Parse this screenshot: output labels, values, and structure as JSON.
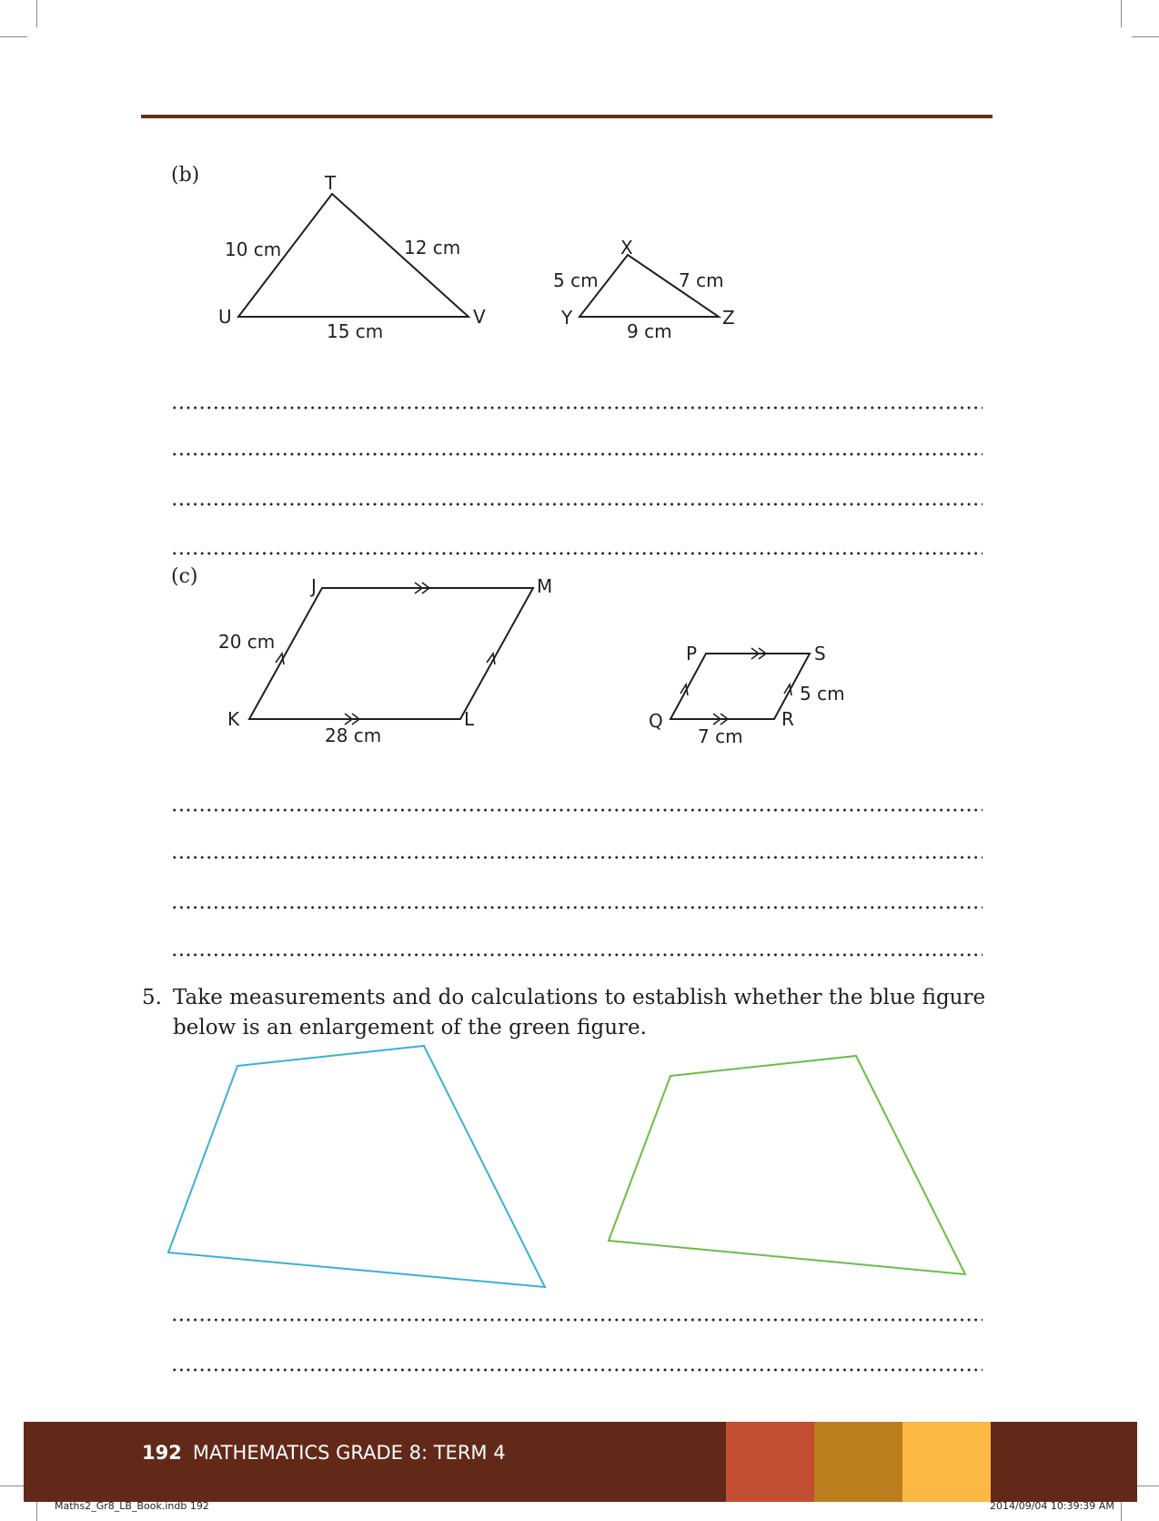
{
  "part_b": {
    "label": "(b)",
    "triangle_tuv": {
      "vertex_t": "T",
      "vertex_u": "U",
      "vertex_v": "V",
      "side_tu": "10 cm",
      "side_tv": "12 cm",
      "side_uv": "15 cm"
    },
    "triangle_xyz": {
      "vertex_x": "X",
      "vertex_y": "Y",
      "vertex_z": "Z",
      "side_xy": "5 cm",
      "side_xz": "7 cm",
      "side_yz": "9 cm"
    }
  },
  "part_c": {
    "label": "(c)",
    "parallelogram_jklm": {
      "vertex_j": "J",
      "vertex_k": "K",
      "vertex_l": "L",
      "vertex_m": "M",
      "side_jk": "20 cm",
      "side_kl": "28 cm"
    },
    "parallelogram_pqrs": {
      "vertex_p": "P",
      "vertex_q": "Q",
      "vertex_r": "R",
      "vertex_s": "S",
      "side_rs": "5 cm",
      "side_qr": "7 cm"
    }
  },
  "question_5": {
    "number": "5.",
    "text": "Take measurements and do calculations to establish whether the blue figure below is an enlargement of the green figure."
  },
  "colors": {
    "blue_figure": "#3ab0d8",
    "green_figure": "#6cbd45",
    "footer_bar": "#632918",
    "footer_block_1": "#c24e33",
    "footer_block_2": "#bc7e1d",
    "footer_block_3": "#fbb843"
  },
  "footer": {
    "page_number": "192",
    "title": "MATHEMATICS GRADE 8: TERM 4"
  },
  "print_slug": {
    "file": "Maths2_Gr8_LB_Book.indb 192",
    "timestamp": "2014/09/04   10:39:39 AM"
  }
}
